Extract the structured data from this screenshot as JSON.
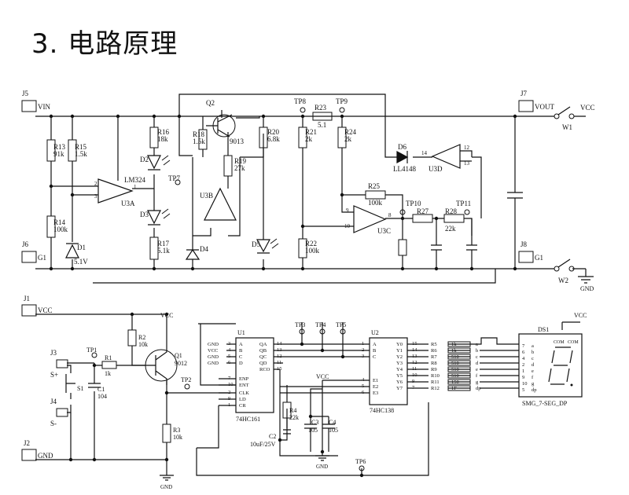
{
  "heading": {
    "number": "3.",
    "title": "电路原理"
  },
  "schematic": {
    "upper": {
      "connectors": {
        "j5": "J5",
        "vin": "VIN",
        "j6": "J6",
        "g1_left": "G1",
        "j7": "J7",
        "vout": "VOUT",
        "j8": "J8",
        "g1_right": "G1",
        "vcc": "VCC",
        "gnd": "GND"
      },
      "switches": {
        "w1": "W1",
        "w2": "W2"
      },
      "transistor": {
        "ref": "Q2",
        "part": "9013"
      },
      "diodes": {
        "d1_ref": "D1",
        "d1_val": "5.1V",
        "d4_ref": "D4",
        "d6_ref": "D6",
        "d6_part": "LL4148",
        "d2_ref": "D2",
        "d3_ref": "D3",
        "d5_ref": "D5"
      },
      "opamps": {
        "u3a": "U3A",
        "u3a_part": "LM324",
        "u3b": "U3B",
        "u3c": "U3C",
        "u3d": "U3D"
      },
      "testpoints": {
        "tp7": "TP7",
        "tp8": "TP8",
        "tp9": "TP9",
        "tp10": "TP10",
        "tp11": "TP11"
      },
      "resistors": {
        "r13": "R13",
        "r13_val": "91k",
        "r15": "R15",
        "r15_val": "1.5k",
        "r14": "R14",
        "r14_val": "100k",
        "r16": "R16",
        "r16_val": "18k",
        "r17": "R17",
        "r17_val": "5.1k",
        "r18": "R18",
        "r18_val": "1.5k",
        "r19": "R19",
        "r19_val": "27k",
        "r20": "R20",
        "r20_val": "6.8k",
        "r21": "R21",
        "r21_val": "2k",
        "r22": "R22",
        "r22_val": "100k",
        "r23": "R23",
        "r23_val": "5.1",
        "r24": "R24",
        "r24_val": "2k",
        "r25": "R25",
        "r25_val": "100k",
        "r27": "R27",
        "r28": "R28",
        "r28_val": "22k"
      },
      "pins": {
        "p1": "1",
        "p2": "2",
        "p3": "3",
        "p8": "8",
        "p9": "9",
        "p10": "10",
        "p12": "12",
        "p13": "13",
        "p14": "14"
      }
    },
    "lower": {
      "connectors": {
        "j1": "J1",
        "vcc": "VCC",
        "j3": "J3",
        "s_plus": "S+",
        "j4": "J4",
        "s_minus": "S-",
        "j2": "J2",
        "gnd": "GND"
      },
      "rails": {
        "vcc_a": "VCC",
        "vcc_b": "VCC",
        "vcc_c": "VCC",
        "gnd_a": "GND",
        "gnd_b": "GND"
      },
      "parts": {
        "tp1": "TP1",
        "tp2": "TP2",
        "tp3": "TP3",
        "tp4": "TP4",
        "tp5": "TP5",
        "tp6": "TP6",
        "r1": "R1",
        "r1_val": "1k",
        "r2": "R2",
        "r2_val": "10k",
        "r3": "R3",
        "r3_val": "10k",
        "r4": "R4",
        "r4_val": "22k",
        "q1": "Q1",
        "q1_part": "9012",
        "s1": "S1",
        "c1": "C1",
        "c1_val": "104",
        "c2": "C2",
        "c2_val": "10uF/25V",
        "c3": "C3",
        "c3_val": "105",
        "c4": "C4",
        "c4_val": "105"
      },
      "u1": {
        "ref": "U1",
        "part": "74HC161",
        "left_pins": [
          "A",
          "B",
          "C",
          "D",
          "ENP",
          "ENT",
          "CLK",
          "LD",
          "CR"
        ],
        "left_nums": [
          "3",
          "4",
          "5",
          "6",
          "7",
          "10",
          "2",
          "9",
          "1"
        ],
        "left_nets": [
          "GND",
          "VCC",
          "GND",
          "GND"
        ],
        "right_pins": [
          "QA",
          "QB",
          "QC",
          "QD",
          "RCO"
        ],
        "right_nums": [
          "14",
          "13",
          "12",
          "11",
          "15"
        ]
      },
      "u2": {
        "ref": "U2",
        "part": "74HC138",
        "left_pins": [
          "A",
          "B",
          "C",
          "E1",
          "E2",
          "E3"
        ],
        "left_nums": [
          "1",
          "2",
          "3",
          "4",
          "5",
          "6"
        ],
        "right_pins": [
          "Y0",
          "Y1",
          "Y2",
          "Y3",
          "Y4",
          "Y5",
          "Y6",
          "Y7"
        ],
        "right_nums": [
          "15",
          "14",
          "13",
          "12",
          "11",
          "10",
          "9",
          "7"
        ]
      },
      "resistor_array": {
        "refs": [
          "R5",
          "R6",
          "R7",
          "R8",
          "R9",
          "R10",
          "R11",
          "R12"
        ],
        "values": [
          "1k",
          "1k",
          "510",
          "510",
          "510",
          "510",
          "150",
          "1F"
        ]
      },
      "segment_labels": [
        "a",
        "b",
        "c",
        "d",
        "e",
        "f",
        "g",
        "dp"
      ],
      "display": {
        "ref": "DS1",
        "part": "SMG_7-SEG_DP",
        "com_a": "COM",
        "com_b": "COM",
        "pin_nums": [
          "7",
          "6",
          "4",
          "2",
          "1",
          "9",
          "10",
          "5"
        ]
      }
    }
  }
}
